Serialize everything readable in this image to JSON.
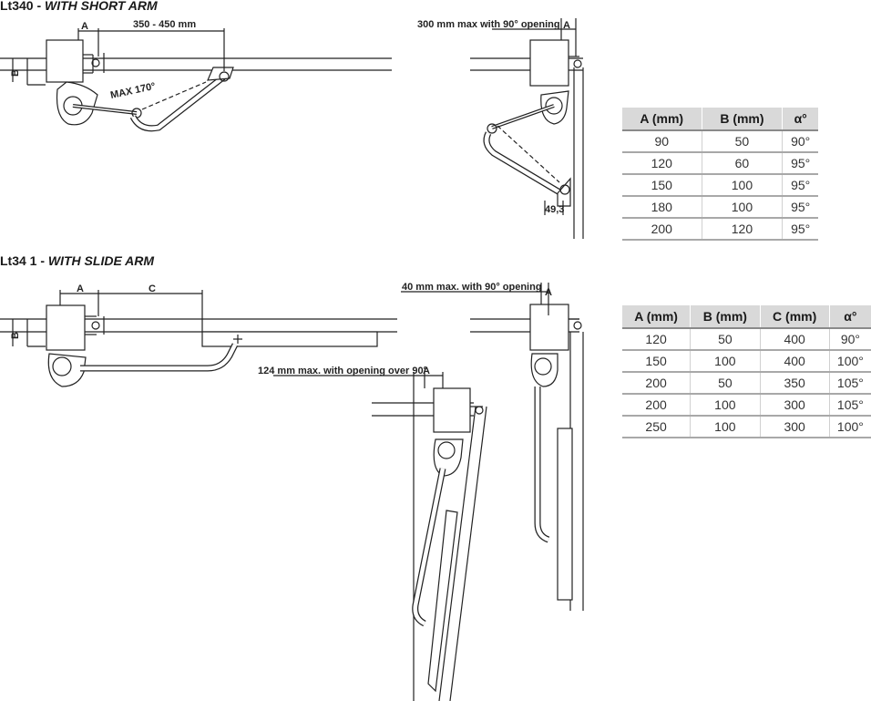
{
  "section1": {
    "model": "Lt340 - ",
    "subtitle": "WITH SHORT ARM"
  },
  "section2": {
    "model": "Lt34 1 - ",
    "subtitle": "WITH SLIDE ARM"
  },
  "labels": {
    "a": "A",
    "b": "B",
    "c": "C",
    "range": "350 - 450 mm",
    "max_angle": "MAX 170°",
    "opening_300": "300 mm max with 90° opening",
    "dim_49": "49,3",
    "opening_40": "40 mm max. with 90° opening",
    "opening_124": "124 mm max. with opening over 90°"
  },
  "table1": {
    "headers": [
      "A (mm)",
      "B (mm)",
      "α°"
    ],
    "rows": [
      [
        "90",
        "50",
        "90°"
      ],
      [
        "120",
        "60",
        "95°"
      ],
      [
        "150",
        "100",
        "95°"
      ],
      [
        "180",
        "100",
        "95°"
      ],
      [
        "200",
        "120",
        "95°"
      ]
    ]
  },
  "table2": {
    "headers": [
      "A (mm)",
      "B (mm)",
      "C (mm)",
      "α°"
    ],
    "rows": [
      [
        "120",
        "50",
        "400",
        "90°"
      ],
      [
        "150",
        "100",
        "400",
        "100°"
      ],
      [
        "200",
        "50",
        "350",
        "105°"
      ],
      [
        "200",
        "100",
        "300",
        "105°"
      ],
      [
        "250",
        "100",
        "300",
        "100°"
      ]
    ]
  }
}
